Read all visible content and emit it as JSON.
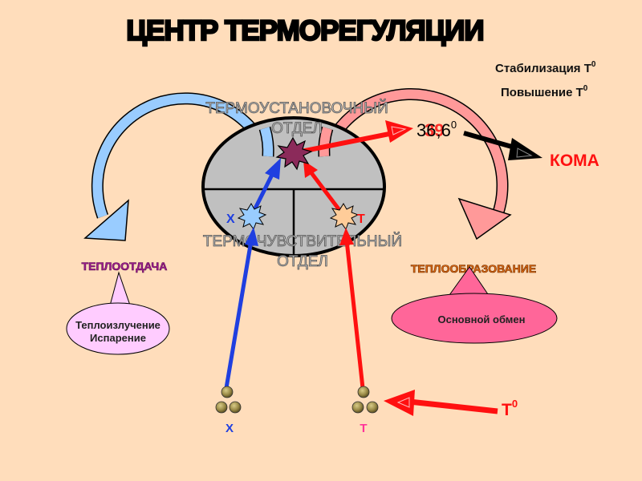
{
  "title": "ЦЕНТР ТЕРМОРЕГУЛЯЦИИ",
  "notes": {
    "stabilization": "Стабилизация Т",
    "increase": "Повышение Т",
    "superscript": "0"
  },
  "center": {
    "upper_label_line1": "ТЕРМОУСТАНОВОЧНЫЙ",
    "upper_label_line2": "ОТДЕЛ",
    "lower_label_line1": "ТЕРМОЧУВСТВИТЕЛЬНЫЙ",
    "lower_label_line2": "ОТДЕЛ",
    "left_sensor": "Х",
    "right_sensor": "Т"
  },
  "setpoint": {
    "normal_value": "36,6",
    "elevated_value": "39",
    "superscript": "0",
    "outcome": "КОМА"
  },
  "heat_loss": {
    "title": "ТЕПЛООТДАЧА",
    "items_line1": "Теплоизлучение",
    "items_line2": "Испарение"
  },
  "heat_production": {
    "title": "ТЕПЛООБРАЗОВАНИЕ",
    "item": "Основной обмен"
  },
  "receptors": {
    "cold_label": "Х",
    "warm_label": "Т",
    "stimulus": "Т",
    "stimulus_superscript": "0"
  },
  "colors": {
    "background": "#FFDDBB",
    "cold": "#1F3FE0",
    "warm": "#FF1010",
    "ellipse": "#C0C0C0",
    "blue_arc": "#99CCFF",
    "pink_arc": "#FF9999",
    "heat_loss_title": "#A0208F",
    "heat_production_title": "#E06A10",
    "loss_bubble": "#FFCCFF",
    "production_bubble": "#FF6699"
  }
}
